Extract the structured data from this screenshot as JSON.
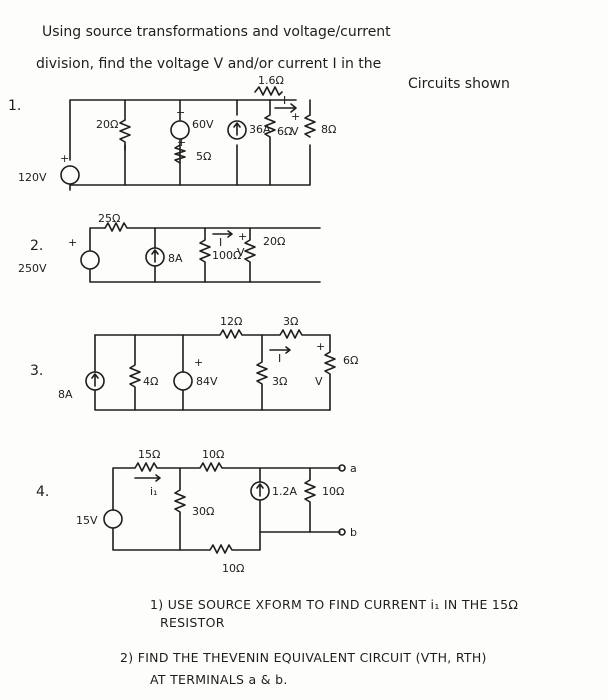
{
  "header": {
    "line1": "Using source transformations and voltage/current",
    "line2": "division, find the voltage V and/or current I in the",
    "line3": "Circuits shown"
  },
  "problem1": {
    "number": "1.",
    "v_source": "120V",
    "r_left": "20Ω",
    "v_source2": "60V",
    "r_mid": "5Ω",
    "i_source": "36A",
    "r_top": "1.6Ω",
    "r_center": "6Ω",
    "r_right": "8Ω",
    "current_label": "I",
    "voltage_label": "V",
    "plus": "+",
    "minus": "−"
  },
  "problem2": {
    "number": "2.",
    "v_source": "250V",
    "r_series": "25Ω",
    "i_source": "8A",
    "r_center": "100Ω",
    "r_right": "20Ω",
    "current_label": "I",
    "voltage_label": "V",
    "plus": "+"
  },
  "problem3": {
    "number": "3.",
    "i_source": "8A",
    "r_left": "4Ω",
    "v_source": "84V",
    "r_top1": "12Ω",
    "r_top2": "3Ω",
    "r_center": "3Ω",
    "r_right": "6Ω",
    "current_label": "I",
    "voltage_label": "V",
    "plus": "+"
  },
  "problem4": {
    "number": "4.",
    "v_source": "15V",
    "r_15": "15Ω",
    "r_10top": "10Ω",
    "r_30": "30Ω",
    "i_source": "1.2A",
    "r_10right": "10Ω",
    "r_10bottom": "10Ω",
    "current_label": "i₁",
    "terminal_a": "a",
    "terminal_b": "b"
  },
  "tasks": {
    "task1_line1": "1) USE SOURCE XFORM TO FIND CURRENT i₁ IN THE 15Ω",
    "task1_line2": "RESISTOR",
    "task2_line1": "2) FIND THE THEVENIN EQUIVALENT CIRCUIT (VTH, RTH)",
    "task2_line2": "AT TERMINALS a & b."
  }
}
